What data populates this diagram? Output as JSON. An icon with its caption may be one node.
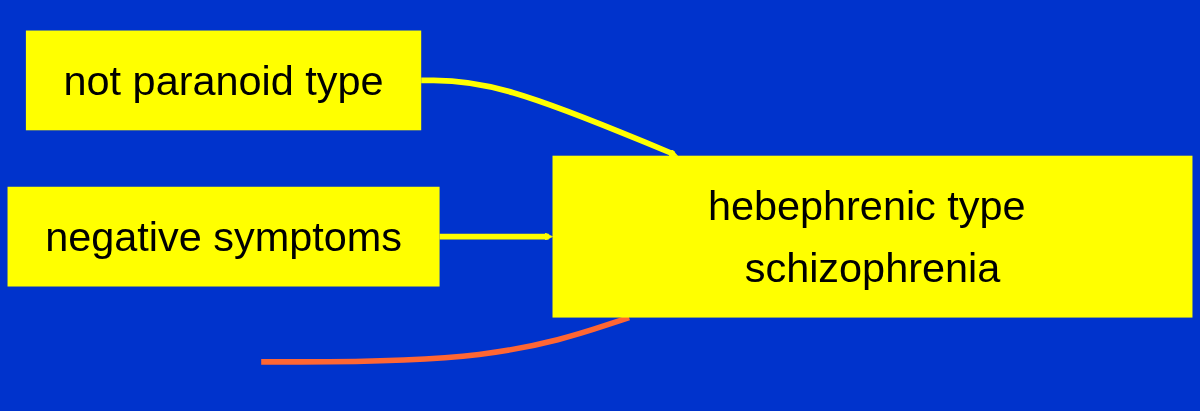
{
  "diagram": {
    "nodes": [
      {
        "text": [
          "not paranoid type"
        ]
      },
      {
        "text": [
          "hebephrenic type schizophrenia"
        ]
      },
      {
        "text": [
          "negative symptoms"
        ]
      }
    ],
    "edges": [
      {
        "from": 0,
        "to": 1,
        "arrow": "to"
      },
      {
        "from": 2,
        "to": 1,
        "arrow": "to"
      },
      {
        "from": null,
        "to": 1,
        "arrow": "none",
        "color": "#ff6633"
      }
    ]
  }
}
